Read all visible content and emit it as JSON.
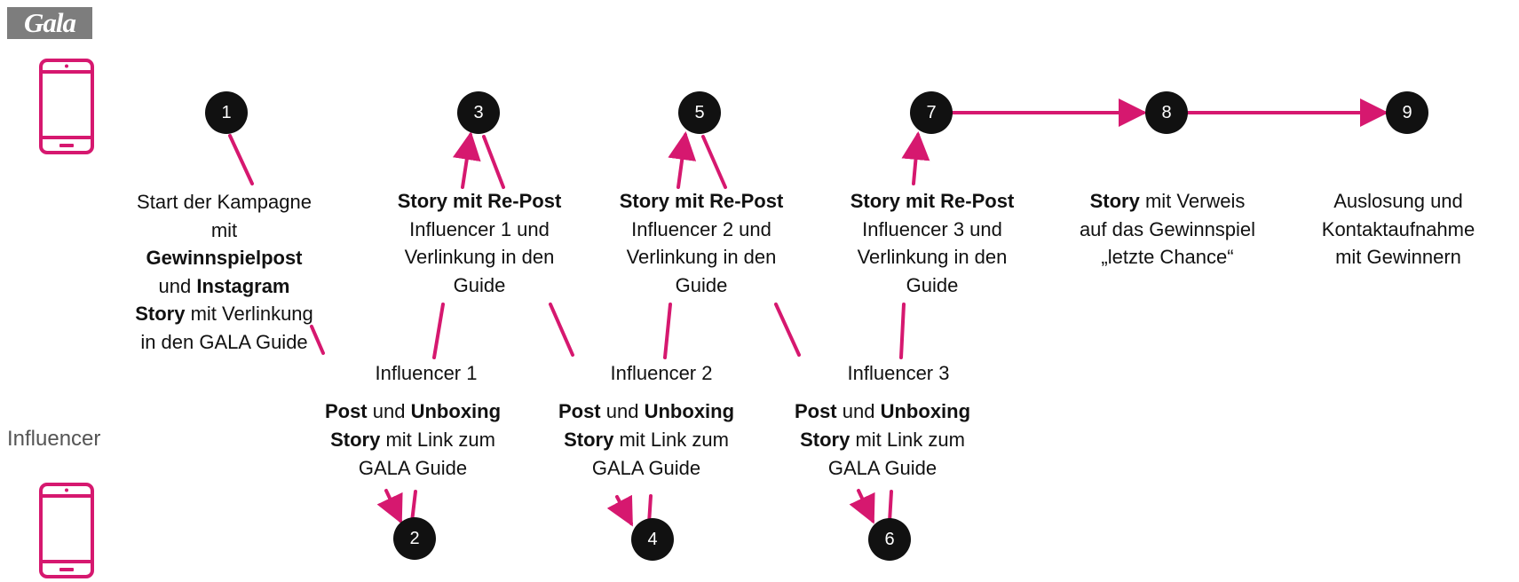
{
  "brand": {
    "logo_text": "Gala"
  },
  "rows": {
    "influencer_label": "Influencer"
  },
  "colors": {
    "accent": "#d6186f",
    "node": "#111111",
    "text": "#111111"
  },
  "icons": {
    "top": "smartphone-icon",
    "bottom": "smartphone-icon"
  },
  "nodes": [
    "1",
    "2",
    "3",
    "4",
    "5",
    "6",
    "7",
    "8",
    "9"
  ],
  "steps": {
    "s1": {
      "t1": "Start der Kampagne",
      "t2": "mit",
      "t3": "Gewinnspielpost",
      "t4": "und",
      "t5": "Instagram",
      "t6": "Story",
      "t7": "mit Verlinkung",
      "t8": "in den GALA Guide"
    },
    "s3": {
      "b1": "Story mit Re-Post",
      "t1": "Influencer 1 und",
      "t2": "Verlinkung in den",
      "t3": "Guide"
    },
    "s5": {
      "b1": "Story mit Re-Post",
      "t1": "Influencer 2 und",
      "t2": "Verlinkung in den",
      "t3": "Guide"
    },
    "s7": {
      "b1": "Story mit Re-Post",
      "t1": "Influencer 3 und",
      "t2": "Verlinkung in den",
      "t3": "Guide"
    },
    "s8": {
      "b1": "Story",
      "t1": "mit Verweis",
      "t2": "auf das Gewinnspiel",
      "t3": "„letzte Chance“"
    },
    "s9": {
      "t1": "Auslosung und",
      "t2": "Kontaktaufnahme",
      "t3": "mit Gewinnern"
    }
  },
  "influencers": [
    {
      "label": "Influencer 1",
      "b1": "Post",
      "t1": "und",
      "b2": "Unboxing",
      "b3": "Story",
      "t2": "mit Link zum",
      "t3": "GALA Guide"
    },
    {
      "label": "Influencer 2",
      "b1": "Post",
      "t1": "und",
      "b2": "Unboxing",
      "b3": "Story",
      "t2": "mit Link zum",
      "t3": "GALA Guide"
    },
    {
      "label": "Influencer 3",
      "b1": "Post",
      "t1": "und",
      "b2": "Unboxing",
      "b3": "Story",
      "t2": "mit Link zum",
      "t3": "GALA Guide"
    }
  ]
}
